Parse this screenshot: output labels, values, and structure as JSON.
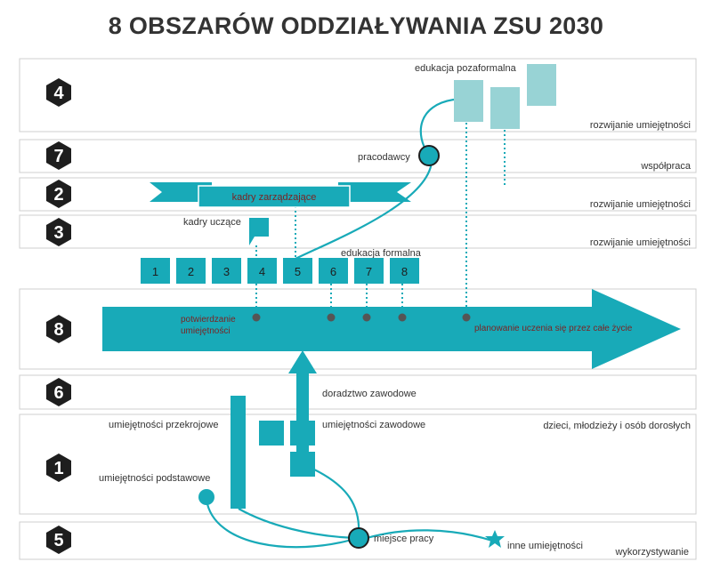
{
  "title": "8 OBSZARÓW  ODDZIAŁYWANIA ZSU 2030",
  "colors": {
    "teal": "#18aab8",
    "light_teal": "#98d3d5",
    "hex": "#1e1e1e",
    "border": "#cfcfcf",
    "text": "#333333",
    "dark_text": "#7a2424"
  },
  "rows": [
    {
      "num": "4",
      "right": "rozwijanie umiejętności"
    },
    {
      "num": "7",
      "right": "współpraca"
    },
    {
      "num": "2",
      "right": "rozwijanie umiejętności"
    },
    {
      "num": "3",
      "right": "rozwijanie umiejętności"
    },
    {
      "num": "8",
      "right": ""
    },
    {
      "num": "6",
      "right": ""
    },
    {
      "num": "1",
      "right": "dzieci, młodzieży i osób dorosłych"
    },
    {
      "num": "5",
      "right": "wykorzystywanie"
    }
  ],
  "labels": {
    "edukacja_pozaformalna": "edukacja pozaformalna",
    "pracodawcy": "pracodawcy",
    "kadry_zarzadzajace": "kadry zarządzające",
    "kadry_uczace": "kadry uczące",
    "edukacja_formalna": "edukacja formalna",
    "potwierdzanie_1": "potwierdzanie",
    "potwierdzanie_2": "umiejętności",
    "planowanie": "planowanie uczenia się przez całe życie",
    "doradztwo": "doradztwo zawodowe",
    "przekrojowe": "umiejętności przekrojowe",
    "zawodowe": "umiejętności zawodowe",
    "podstawowe": "umiejętności podstawowe",
    "miejsce_pracy": "miejsce pracy",
    "inne": "inne umiejętności"
  },
  "timeline": [
    "1",
    "2",
    "3",
    "4",
    "5",
    "6",
    "7",
    "8"
  ],
  "icons": [
    "hexagon-icon",
    "star-icon",
    "circle-icon",
    "arrow-up-icon",
    "ribbon-banner-icon",
    "flag-icon"
  ]
}
